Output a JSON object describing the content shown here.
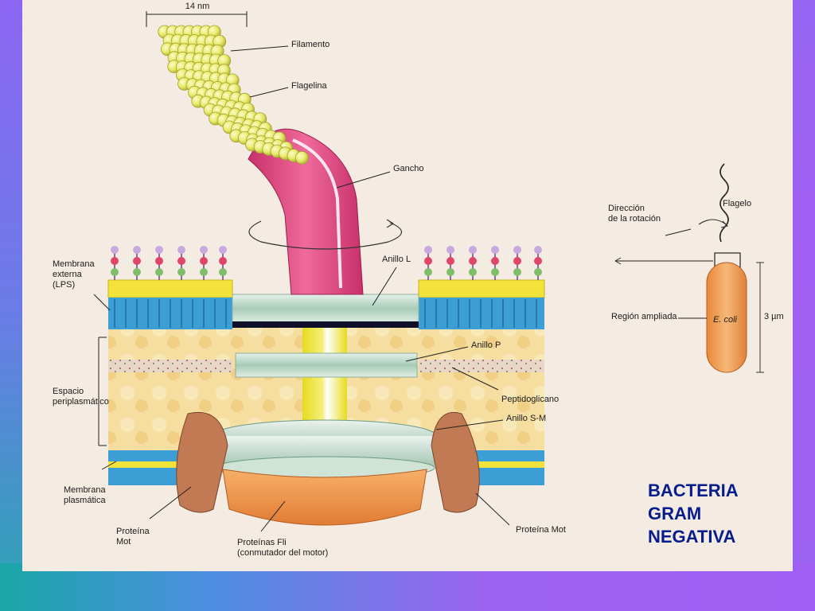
{
  "figure": {
    "labels": {
      "scale_top": "14 nm",
      "filamento": "Filamento",
      "flagelina": "Flagelina",
      "gancho": "Gancho",
      "membrana_externa": [
        "Membrana",
        "externa",
        "(LPS)"
      ],
      "anillo_l": "Anillo L",
      "anillo_p": "Anillo P",
      "peptidoglicano": "Peptidoglicano",
      "espacio_periplasmatico": [
        "Espacio",
        "periplasmático"
      ],
      "anillo_sm": "Anillo S-M",
      "membrana_plasmatica": [
        "Membrana",
        "plasmática"
      ],
      "proteina_mot_left": [
        "Proteína",
        "Mot"
      ],
      "proteina_mot_right": "Proteína Mot",
      "proteinas_fli": [
        "Proteínas Fli",
        "(conmutador del motor)"
      ],
      "flagelo": "Flagelo",
      "direccion_rotacion": [
        "Dirección",
        "de la rotación"
      ],
      "region_ampliada": "Región ampliada",
      "e_coli": "E. coli",
      "scale_right": "3 µm"
    }
  },
  "caption": {
    "lines": [
      "BACTERIA",
      "GRAM",
      "NEGATIVA"
    ]
  },
  "colors": {
    "panel": "#f4ece2",
    "filament": "#eef07a",
    "hook": "#e0457e",
    "membrane_blue": "#3b9fd6",
    "membrane_yellow": "#f3e23a",
    "ring": "#b9d7c6",
    "motor_orange": "#f39a4c",
    "mot_brown": "#c27a55",
    "caption": "#081d8c"
  }
}
